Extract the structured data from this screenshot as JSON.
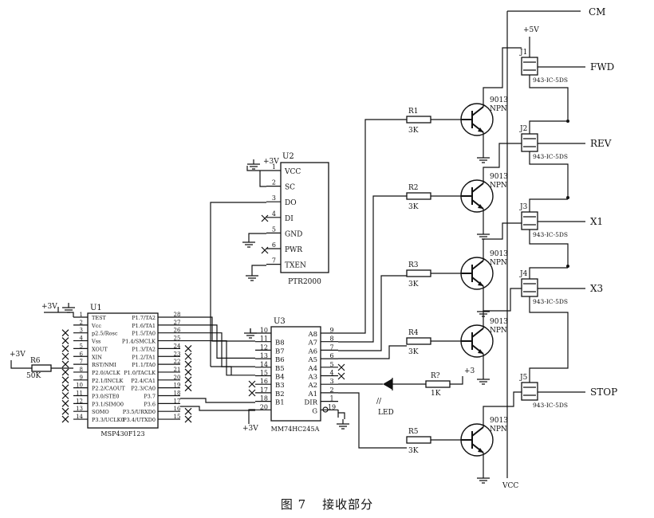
{
  "caption": {
    "figure_label": "图 7",
    "title": "接收部分"
  },
  "u1": {
    "ref": "U1",
    "part": "MSP430F123",
    "left_pins": [
      {
        "num": "1",
        "name": "TEST"
      },
      {
        "num": "2",
        "name": "Vcc"
      },
      {
        "num": "3",
        "name": "p2.5/Rosc"
      },
      {
        "num": "4",
        "name": "Vss"
      },
      {
        "num": "5",
        "name": "XOUT"
      },
      {
        "num": "6",
        "name": "XIN"
      },
      {
        "num": "7",
        "name": "RST/NMI"
      },
      {
        "num": "8",
        "name": "P2.0/ACLK"
      },
      {
        "num": "9",
        "name": "P2.1/INCLK"
      },
      {
        "num": "10",
        "name": "P2.2/CAOUT"
      },
      {
        "num": "11",
        "name": "P3.0/STE0"
      },
      {
        "num": "12",
        "name": "P3.1/SIMO0"
      },
      {
        "num": "13",
        "name": "SOMO"
      },
      {
        "num": "14",
        "name": "P3.3/UCLK0"
      }
    ],
    "right_pins": [
      {
        "num": "28",
        "name": "P1.7/TA2"
      },
      {
        "num": "27",
        "name": "P1.6/TA1"
      },
      {
        "num": "26",
        "name": "P1.5/TA0"
      },
      {
        "num": "25",
        "name": "P1.4/SMCLK"
      },
      {
        "num": "24",
        "name": "P1.3/TA2"
      },
      {
        "num": "23",
        "name": "P1.2/TA1"
      },
      {
        "num": "22",
        "name": "P1.1/TA0"
      },
      {
        "num": "21",
        "name": "P1.0/TACLK"
      },
      {
        "num": "20",
        "name": "P2.4/CA1"
      },
      {
        "num": "19",
        "name": "P2.3/CA0"
      },
      {
        "num": "18",
        "name": "P3.7"
      },
      {
        "num": "17",
        "name": "P3.6"
      },
      {
        "num": "16",
        "name": "P3.5/URXD0"
      },
      {
        "num": "15",
        "name": "P3.4/UTXD0"
      }
    ]
  },
  "u2": {
    "ref": "U2",
    "part": "PTR2000",
    "pins": [
      {
        "num": "1",
        "name": "VCC"
      },
      {
        "num": "2",
        "name": "SC"
      },
      {
        "num": "3",
        "name": "DO"
      },
      {
        "num": "4",
        "name": "DI"
      },
      {
        "num": "5",
        "name": "GND"
      },
      {
        "num": "6",
        "name": "PWR"
      },
      {
        "num": "7",
        "name": "TXEN"
      }
    ]
  },
  "u3": {
    "ref": "U3",
    "part": "MM74HC245A",
    "left_pins": [
      {
        "num": "10",
        "name": ""
      },
      {
        "num": "11",
        "name": "B8"
      },
      {
        "num": "12",
        "name": "B7"
      },
      {
        "num": "13",
        "name": "B6"
      },
      {
        "num": "14",
        "name": "B5"
      },
      {
        "num": "15",
        "name": "B4"
      },
      {
        "num": "16",
        "name": "B3"
      },
      {
        "num": "17",
        "name": "B2"
      },
      {
        "num": "18",
        "name": "B1"
      },
      {
        "num": "20",
        "name": ""
      }
    ],
    "right_pins": [
      {
        "num": "9",
        "name": "A8"
      },
      {
        "num": "8",
        "name": "A7"
      },
      {
        "num": "7",
        "name": "A6"
      },
      {
        "num": "6",
        "name": "A5"
      },
      {
        "num": "5",
        "name": "A4"
      },
      {
        "num": "4",
        "name": "A3"
      },
      {
        "num": "3",
        "name": "A2"
      },
      {
        "num": "2",
        "name": "A1"
      },
      {
        "num": "1",
        "name": "DIR"
      },
      {
        "num": "19",
        "name": "G"
      }
    ]
  },
  "supplies": {
    "plus3v": "+3V",
    "plus5v": "+5V",
    "vcc": "VCC",
    "plus3": "+3"
  },
  "resistors": [
    {
      "ref": "R1",
      "value": "3K"
    },
    {
      "ref": "R2",
      "value": "3K"
    },
    {
      "ref": "R3",
      "value": "3K"
    },
    {
      "ref": "R4",
      "value": "3K"
    },
    {
      "ref": "R5",
      "value": "3K"
    },
    {
      "ref": "R6",
      "value": "50K"
    },
    {
      "ref": "R?",
      "value": "1K"
    }
  ],
  "transistor": {
    "model": "9013",
    "type": "NPN"
  },
  "relays": [
    {
      "ref": "J1",
      "part": "943-IC-5DS",
      "output": "FWD"
    },
    {
      "ref": "J2",
      "part": "943-IC-5DS",
      "output": "REV"
    },
    {
      "ref": "J3",
      "part": "943-IC-5DS",
      "output": "X1"
    },
    {
      "ref": "J4",
      "part": "943-IC-5DS",
      "output": "X3"
    },
    {
      "ref": "J5",
      "part": "943-IC-5DS",
      "output": "STOP"
    }
  ],
  "common_line": "CM",
  "led": {
    "label": "LED",
    "arrows": "//"
  }
}
